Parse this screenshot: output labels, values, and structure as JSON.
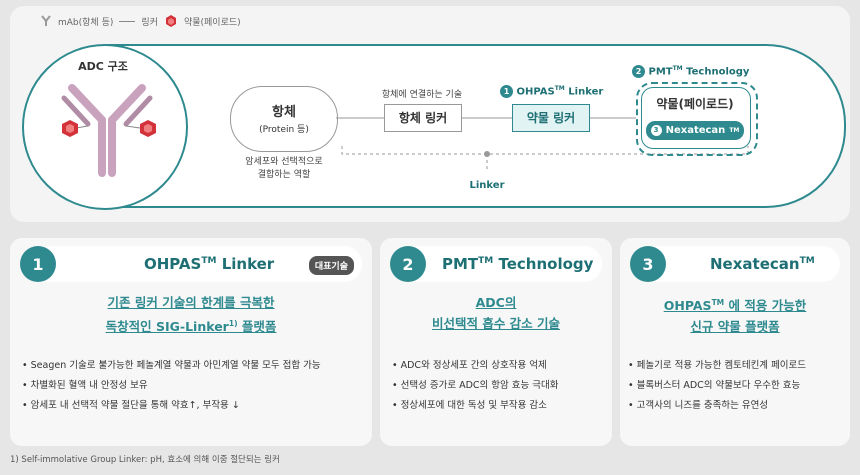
{
  "legend": {
    "antibody": "mAb(항체 등)",
    "linker": "링커",
    "drug": "약물(페이로드)"
  },
  "diagram": {
    "adc_title": "ADC 구조",
    "antibody_title": "항체",
    "antibody_sub": "(Protein 등)",
    "antibody_caption_1": "암세포와 선택적으로",
    "antibody_caption_2": "결합하는 역할",
    "connector_caption": "항체에 연결하는 기술",
    "antibody_linker": "항체 링커",
    "drug_linker": "약물 링커",
    "ohpas_num": "1",
    "ohpas_label": "OHPAS",
    "tm": "TM",
    "linker_suffix": "Linker",
    "pmt_num": "2",
    "pmt_label": "PMT",
    "technology_suffix": "Technology",
    "payload": "약물(페이로드)",
    "nexa_num": "3",
    "nexa_label": "Nexatecan",
    "linker_label": "Linker"
  },
  "cards": [
    {
      "num": "1",
      "title": "OHPAS",
      "tm": "TM",
      "title_suffix": "Linker",
      "badge": "대표기술",
      "sub1": "기존 링커 기술의 한계를 극복한",
      "sub2a": "독창적인 SIG-Linker",
      "sub2sup": "1)",
      "sub2b": " 플랫폼",
      "bullets": [
        "• Seagen 기술로 불가능한 페놀계열 약물과 아민계열 약물 모두 접합 가능",
        "• 차별화된 혈액 내 안정성 보유",
        "• 암세포 내 선택적 약물 절단을 통해 약효↑, 부작용 ↓"
      ]
    },
    {
      "num": "2",
      "title": "PMT",
      "tm": "TM",
      "title_suffix": "Technology",
      "sub1": "ADC의",
      "sub2": "비선택적 흡수 감소 기술",
      "bullets": [
        "• ADC와 정상세포 간의 상호작용 억제",
        "• 선택성 증가로 ADC의 항암 효능 극대화",
        "• 정상세포에 대한 독성 및 부작용 감소"
      ]
    },
    {
      "num": "3",
      "title": "Nexatecan",
      "tm": "TM",
      "sub1a": "OHPAS",
      "sub1sup": "TM",
      "sub1b": " 에 적용 가능한",
      "sub2": "신규 약물 플랫폼",
      "bullets": [
        "• 페놀기로 적용 가능한 켐토테킨계 페이로드",
        "• 블록버스터 ADC의 약물보다 우수한 효능",
        "• 고객사의 니즈를 충족하는 유연성"
      ]
    }
  ],
  "footnote": "1) Self-immolative Group Linker: pH, 효소에 의해 이중 절단되는 링커",
  "colors": {
    "teal": "#2e8a8f",
    "antibody": "#c9a3bd",
    "drug": "#d4323a"
  }
}
